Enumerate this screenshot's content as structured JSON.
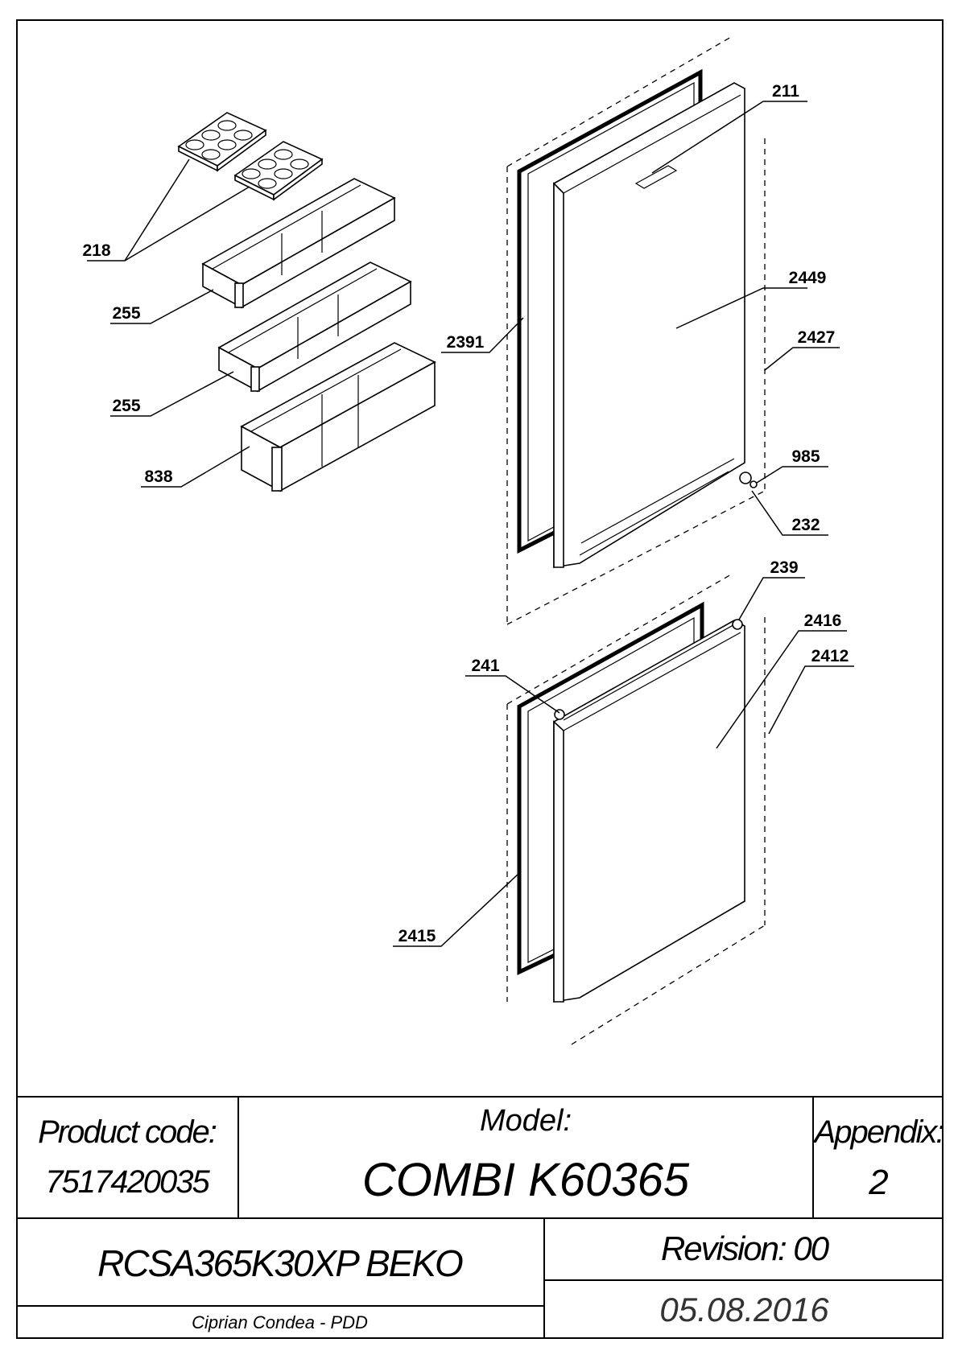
{
  "callouts": [
    {
      "id": "211",
      "text": "211"
    },
    {
      "id": "218",
      "text": "218"
    },
    {
      "id": "255a",
      "text": "255"
    },
    {
      "id": "255b",
      "text": "255"
    },
    {
      "id": "838",
      "text": "838"
    },
    {
      "id": "2449",
      "text": "2449"
    },
    {
      "id": "2391",
      "text": "2391"
    },
    {
      "id": "2427",
      "text": "2427"
    },
    {
      "id": "985",
      "text": "985"
    },
    {
      "id": "232",
      "text": "232"
    },
    {
      "id": "239",
      "text": "239"
    },
    {
      "id": "2416",
      "text": "2416"
    },
    {
      "id": "241",
      "text": "241"
    },
    {
      "id": "2412",
      "text": "2412"
    },
    {
      "id": "2415",
      "text": "2415"
    }
  ],
  "title_block": {
    "product_code_label": "Product code:",
    "product_code": "7517420035",
    "model_label": "Model:",
    "model": "COMBI K60365",
    "appendix_label": "Appendix:",
    "appendix": "2",
    "variant": "RCSA365K30XP BEKO",
    "revision": "Revision: 00",
    "author": "Ciprian Condea - PDD",
    "date": "05.08.2016"
  }
}
